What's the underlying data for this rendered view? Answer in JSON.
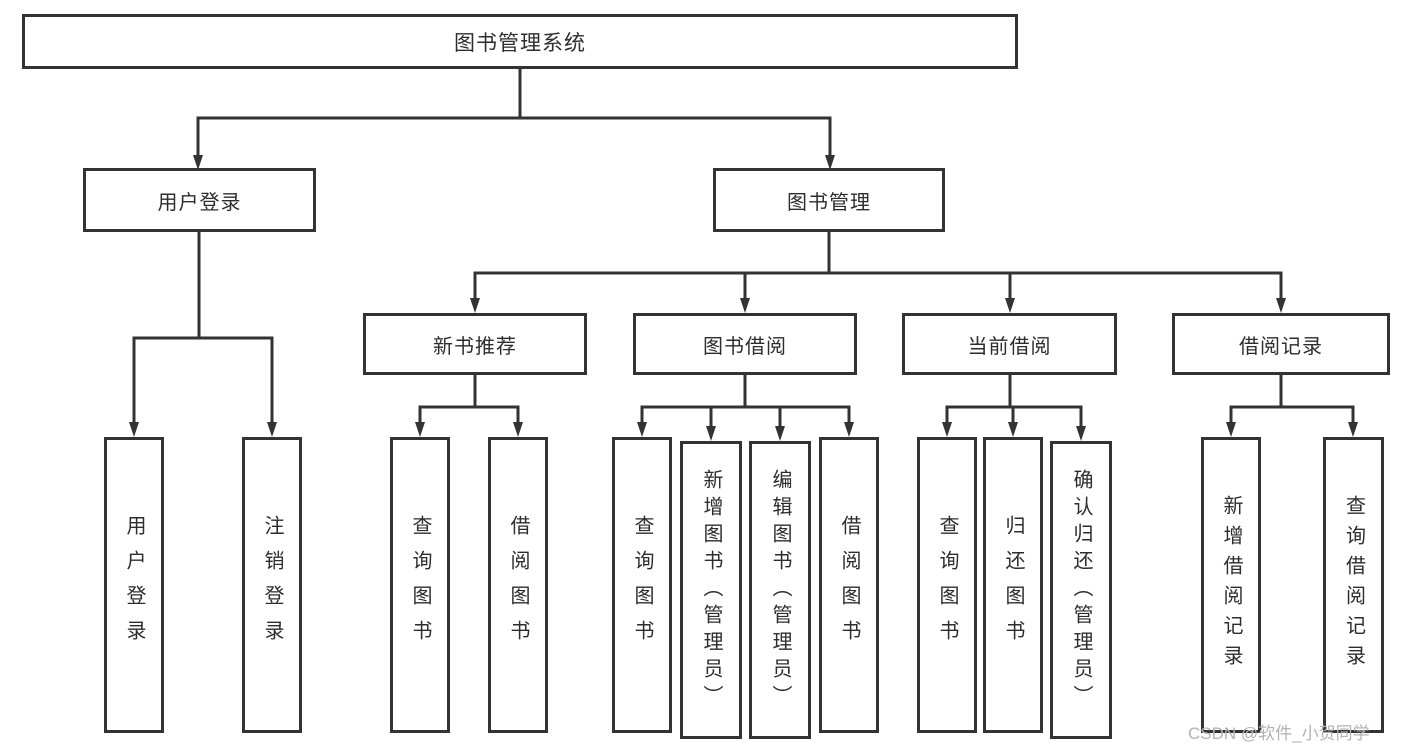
{
  "colors": {
    "line": "#333333",
    "box_border": "#333333",
    "box_fill": "#ffffff",
    "text": "#2d2d2d",
    "watermark": "#b3b3b3"
  },
  "watermark": {
    "text": "CSDN @软件_小贺同学"
  },
  "tree": {
    "root": {
      "label": "图书管理系统"
    },
    "level2": [
      {
        "label": "用户登录"
      },
      {
        "label": "图书管理"
      }
    ],
    "level3": [
      {
        "label": "新书推荐",
        "parent": "图书管理"
      },
      {
        "label": "图书借阅",
        "parent": "图书管理"
      },
      {
        "label": "当前借阅",
        "parent": "图书管理"
      },
      {
        "label": "借阅记录",
        "parent": "图书管理"
      }
    ],
    "leaves": [
      {
        "label": "用户登录",
        "parent": "用户登录"
      },
      {
        "label": "注销登录",
        "parent": "用户登录"
      },
      {
        "label": "查询图书",
        "parent": "新书推荐"
      },
      {
        "label": "借阅图书",
        "parent": "新书推荐"
      },
      {
        "label": "查询图书",
        "parent": "图书借阅"
      },
      {
        "label": "新增图书（管理员）",
        "parent": "图书借阅"
      },
      {
        "label": "编辑图书（管理员）",
        "parent": "图书借阅"
      },
      {
        "label": "借阅图书",
        "parent": "图书借阅"
      },
      {
        "label": "查询图书",
        "parent": "当前借阅"
      },
      {
        "label": "归还图书",
        "parent": "当前借阅"
      },
      {
        "label": "确认归还（管理员）",
        "parent": "当前借阅"
      },
      {
        "label": "新增借阅记录",
        "parent": "借阅记录"
      },
      {
        "label": "查询借阅记录",
        "parent": "借阅记录"
      }
    ]
  }
}
